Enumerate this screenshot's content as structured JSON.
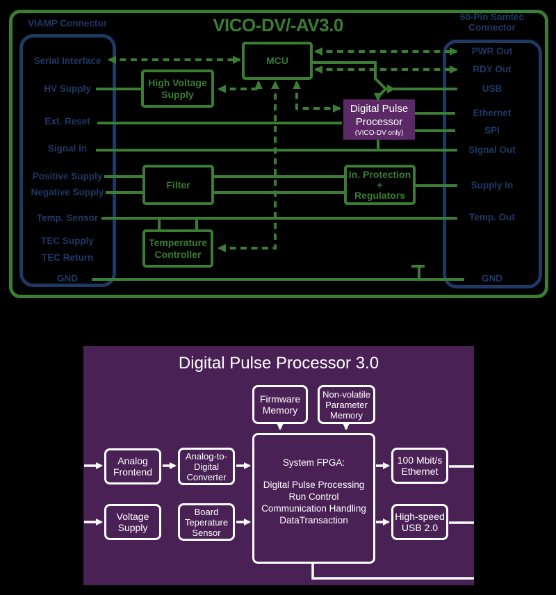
{
  "colors": {
    "background": "#000000",
    "green": "#3A7D33",
    "navy": "#1F3864",
    "purple_block": "#5B2A66",
    "purple_panel": "#4A2155",
    "white": "#FFFFFF"
  },
  "top_diagram": {
    "title": "VICO-DV/-AV3.0",
    "left_connector": {
      "label": "VIAMP Connector",
      "pins": [
        "Serial Interface",
        "HV Supply",
        "Ext. Reset",
        "Signal In",
        "Positive Supply",
        "Negative Supply",
        "Temp. Sensor",
        "TEC Supply",
        "TEC Return",
        "GND"
      ]
    },
    "right_connector": {
      "label": "60-Pin Samtec Connector",
      "pins": [
        "PWR Out",
        "RDY Out",
        "USB",
        "Ethernet",
        "SPI",
        "Signal Out",
        "Supply In",
        "Temp. Out",
        "GND"
      ]
    },
    "blocks": {
      "mcu": {
        "label": "MCU"
      },
      "high_voltage_supply": {
        "line1": "High Voltage",
        "line2": "Supply"
      },
      "filter": {
        "label": "Filter"
      },
      "temperature_controller": {
        "line1": "Temperature",
        "line2": "Controller"
      },
      "in_protection_regulators": {
        "line1": "In. Protection",
        "line2": "+",
        "line3": "Regulators"
      },
      "digital_pulse_processor": {
        "line1": "Digital Pulse",
        "line2": "Processor",
        "note": "(VICO-DV only)"
      }
    }
  },
  "bottom_diagram": {
    "title": "Digital Pulse Processor 3.0",
    "blocks": {
      "firmware_memory": {
        "line1": "Firmware",
        "line2": "Memory"
      },
      "nonvolatile_parameter_memory": {
        "line1": "Non-volatile",
        "line2": "Parameter",
        "line3": "Memory"
      },
      "analog_frontend": {
        "line1": "Analog",
        "line2": "Frontend"
      },
      "analog_to_digital_converter": {
        "line1": "Analog-to-",
        "line2": "Digital",
        "line3": "Converter"
      },
      "voltage_supply": {
        "line1": "Voltage",
        "line2": "Supply"
      },
      "board_temperature_sensor": {
        "line1": "Board",
        "line2": "Teperature",
        "line3": "Sensor"
      },
      "system_fpga": {
        "heading": "System FPGA:",
        "line1": "Digital Pulse Processing",
        "line2": "Run Control",
        "line3": "Communication Handling",
        "line4": "DataTransaction"
      },
      "ethernet": {
        "line1": "100 Mbit/s",
        "line2": "Ethernet"
      },
      "usb": {
        "line1": "High-speed",
        "line2": "USB 2.0"
      }
    }
  }
}
